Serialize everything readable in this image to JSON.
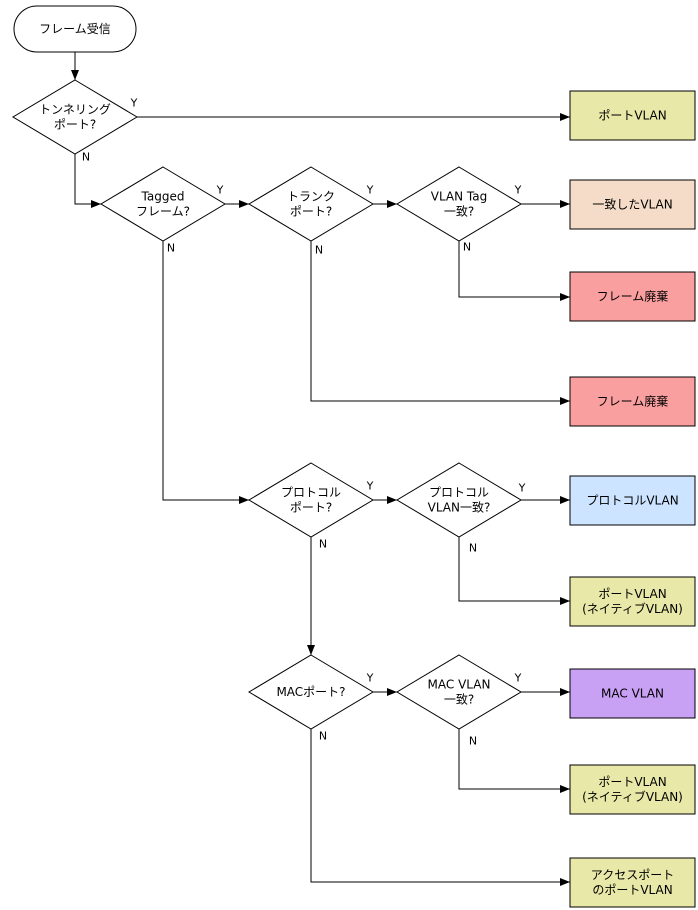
{
  "colors": {
    "yellow": "#E8E8A8",
    "peach": "#F4DCC8",
    "red": "#FA9F9F",
    "blue": "#CCE4FF",
    "purple": "#C8A0F4",
    "white": "#FFFFFF"
  },
  "start": {
    "label": "フレーム受信"
  },
  "decisions": {
    "tunneling": [
      "トンネリング",
      "ポート?"
    ],
    "tagged": [
      "Tagged",
      "フレーム?"
    ],
    "trunk": [
      "トランク",
      "ポート?"
    ],
    "vlan_tag": [
      "VLAN Tag",
      "一致?"
    ],
    "protocol_port": [
      "プロトコル",
      "ポート?"
    ],
    "protocol_vlan": [
      "プロトコル",
      "VLAN一致?"
    ],
    "mac_port": [
      "MACポート?"
    ],
    "mac_vlan": [
      "MAC VLAN",
      "一致?"
    ]
  },
  "results": {
    "port_vlan": [
      "ポートVLAN"
    ],
    "matched_vlan": [
      "一致したVLAN"
    ],
    "discard_1": [
      "フレーム廃棄"
    ],
    "discard_2": [
      "フレーム廃棄"
    ],
    "protocol_vlan": [
      "プロトコルVLAN"
    ],
    "native_vlan_1": [
      "ポートVLAN",
      "(ネイティブVLAN)"
    ],
    "mac_vlan": [
      "MAC VLAN"
    ],
    "native_vlan_2": [
      "ポートVLAN",
      "(ネイティブVLAN)"
    ],
    "access_port_vlan": [
      "アクセスポート",
      "のポートVLAN"
    ]
  },
  "branch_labels": {
    "yes": "Y",
    "no": "N"
  }
}
